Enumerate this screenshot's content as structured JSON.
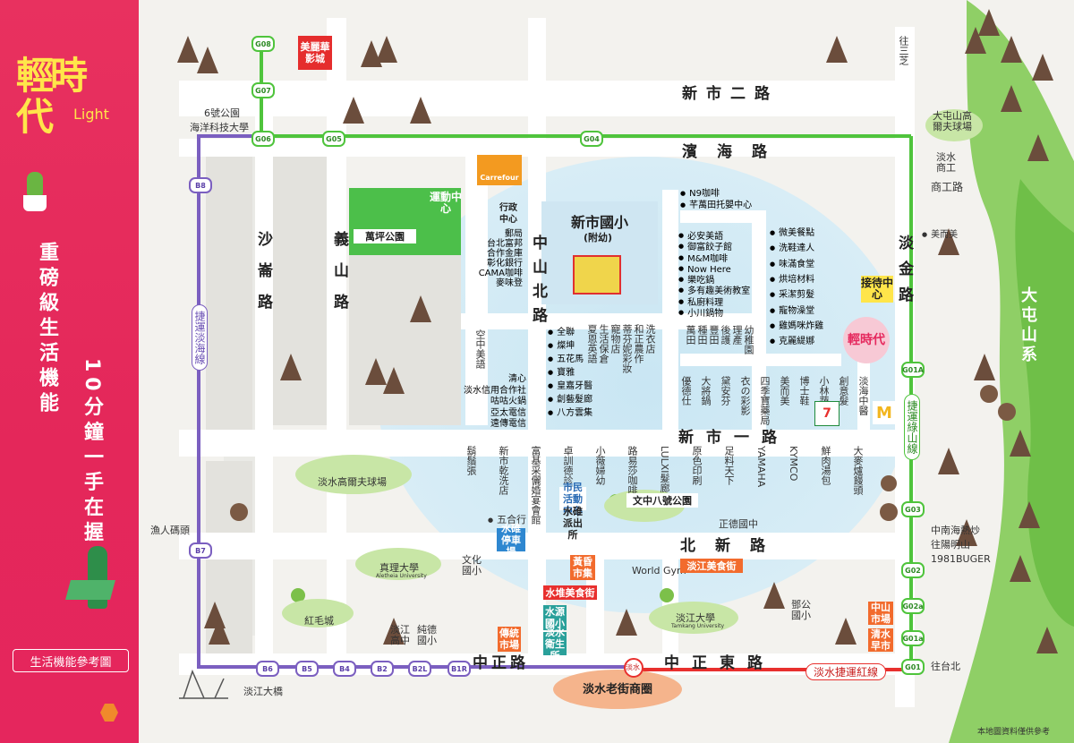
{
  "brand": {
    "title": "輕時代",
    "title_sub": "Light",
    "slogan": "重磅級生活機能",
    "slogan2": "10分鐘一手在握",
    "footer": "生活機能參考圖"
  },
  "note": "本地圖資料僅供參考",
  "colors": {
    "sidebar": "#e5285d",
    "green_line": "#4fc43c",
    "purple_line": "#7b5fc0",
    "red_line": "#e8302e",
    "water": "#d6ecf5"
  },
  "roads": {
    "xinshi2": "新市二路",
    "binhai": "濱海路",
    "xinshi1": "新市一路",
    "beixin": "北新路",
    "zhongzheng": "中正路",
    "zhongzhengeast": "中正東路",
    "shalun": "沙崙路",
    "yishan": "義山路",
    "zhongshanbei": "中山北路",
    "danjin": "淡金路",
    "shangong": "商工路"
  },
  "lines": {
    "tamsui_light": "捷運淡海線",
    "green_light": "捷運綠山線",
    "red_line": "淡水捷運紅線"
  },
  "stations": {
    "green": [
      "G08",
      "G07",
      "G06",
      "G05",
      "G04",
      "G01A",
      "G03",
      "G02",
      "G02a",
      "G01a",
      "G01"
    ],
    "blue": [
      "B8",
      "B7",
      "B6",
      "B5",
      "B4",
      "B2",
      "B2L",
      "B1R"
    ],
    "red": "淡水"
  },
  "directions": {
    "sanzhi": "往三芝",
    "yangming": "往陽明山",
    "taipei": "往台北"
  },
  "places": {
    "park6": "6號公園",
    "haiyang": "海洋科技大學",
    "meilihua": "美麗華影城",
    "carrefour": "Carrefour",
    "sports": "運動中心",
    "wanping": "萬坪公園",
    "admin": "行政中心",
    "admin_list": [
      "郵局",
      "台北富邦",
      "合作金庫",
      "彰化銀行",
      "CAMA咖啡",
      "麥味登"
    ],
    "school": "新市國小",
    "school_sub": "(附幼)",
    "shops_c": [
      "N9咖啡",
      "芊萬田托嬰中心"
    ],
    "shops_list": [
      "必安美語",
      "御富餃子館",
      "M&M咖啡",
      "Now Here",
      "樂吃鍋",
      "多有趣美術教室",
      "私廚料理",
      "小川鍋物"
    ],
    "shops_r": [
      "微美餐點",
      "洗鞋達人",
      "味滿食堂",
      "烘培材料",
      "采潔剪髮",
      "寵物澡堂",
      "雞媽咪炸雞",
      "克麗緹娜"
    ],
    "reception": "接待中心",
    "dashantun": "大屯山系",
    "golf1": "大屯山高爾夫球場",
    "tamsui_ig": "淡水商工",
    "meimei": "美而美",
    "airport_eng": "空中美語",
    "mall_list": [
      "全聯",
      "燦坤",
      "五花馬",
      "寶雅",
      "皇嘉牙醫",
      "創藝髮廊",
      "八方雲集"
    ],
    "ann_list": [
      "清心",
      "淡水信用合作社",
      "咕咕火鍋",
      "亞太電信",
      "遠傳電信"
    ],
    "ann_col": [
      "夏恩英語",
      "生活保倉",
      "寵物店",
      "蒂芬妮彩妝",
      "和正農作",
      "洗衣店"
    ],
    "mid_col": [
      "萬田",
      "種田",
      "豐田",
      "後護",
      "理產",
      "幼稚園"
    ],
    "east_col": [
      "優德仕",
      "大將鍋",
      "黛安芬",
      "衣の彩影",
      "四季寶藥局",
      "美而美",
      "博士鞋",
      "小林蔬肉",
      "創意髮",
      "淡海中醫"
    ],
    "south_shops": [
      "鬍鬚張",
      "新市乾洗店",
      "富基采儷婚宴會館",
      "卓訓德診所",
      "小薇婦幼",
      "路易莎咖啡",
      "LULXI髮廊",
      "原色印刷",
      "足料天下",
      "YAMAHA",
      "KYMCO",
      "鮮肉湯包",
      "大麥爐饅頭"
    ],
    "golf2": "淡水高爾夫球場",
    "fisher": "漁人碼頭",
    "citizen": "市民活動中心",
    "police": "水碓派出所",
    "park8": "文中八號公園",
    "zhengde": "正德國中",
    "wuzhong": "五合行",
    "parking": "水碓停車場",
    "worldgym": "World Gym",
    "food": "淡江美食街",
    "zhenli": "真理大學",
    "zhenli_en": "Aletheia University",
    "wenhua": "文化國小",
    "huangyu": "黃昏市集",
    "water_food": "水堆美食街",
    "tamkang": "淡江大學",
    "tamkang_en": "Tamkang University",
    "deng": "鄧公國小",
    "redcastle": "紅毛城",
    "danjiang_hs": "淡江高中",
    "chunde": "純德國小",
    "old": "淡水老街商圈",
    "tradition": "傳統市場",
    "shuiyuan": "水源國小",
    "health": "淡水衛生所",
    "market": "中山市場",
    "morning": "清水早市",
    "bridge": "淡江大橋",
    "zhongnan": "中南海熱炒",
    "buger": "1981BUGER",
    "bafang": "八方雲集"
  }
}
